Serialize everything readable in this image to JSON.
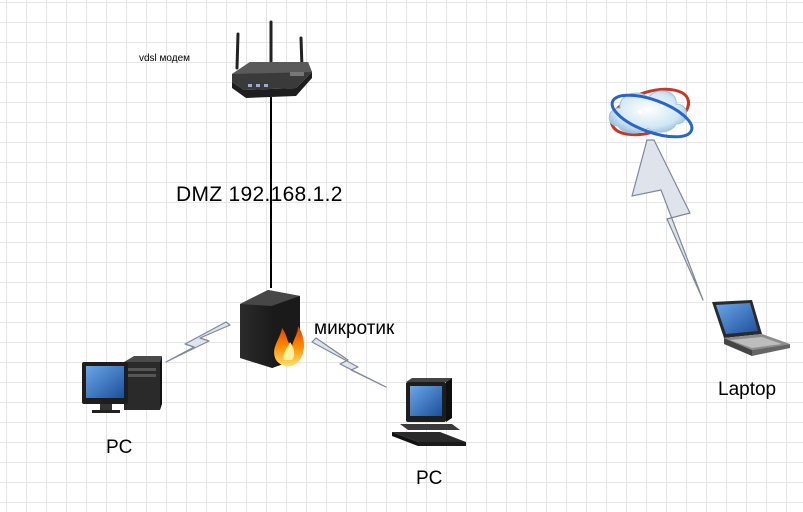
{
  "diagram": {
    "nodes": {
      "modem": {
        "label": "vdsl модем",
        "icon": "router-icon"
      },
      "mikrotik": {
        "label": "микротик",
        "icon": "firewall-icon"
      },
      "pc_left": {
        "label": "PC",
        "icon": "desktop-pc-icon"
      },
      "pc_right": {
        "label": "PC",
        "icon": "workstation-icon"
      },
      "cloud": {
        "label": "",
        "icon": "internet-cloud-icon"
      },
      "laptop": {
        "label": "Laptop",
        "icon": "laptop-icon"
      }
    },
    "links": {
      "uplink": {
        "label": "DMZ 192.168.1.2",
        "from": "mikrotik",
        "to": "modem",
        "kind": "wired"
      },
      "wireless_pc_left": {
        "from": "mikrotik",
        "to": "pc_left",
        "kind": "wireless"
      },
      "wireless_pc_right": {
        "from": "mikrotik",
        "to": "pc_right",
        "kind": "wireless"
      },
      "wireless_laptop": {
        "from": "cloud",
        "to": "laptop",
        "kind": "wireless"
      }
    },
    "colors": {
      "grid": "#e6e6e6",
      "wire": "#000000",
      "bolt_fill": "#dfe3ec",
      "bolt_stroke": "#7f879a",
      "firewall_flame": "#ff7a00",
      "screen_blue": "#2f6fc0"
    }
  }
}
